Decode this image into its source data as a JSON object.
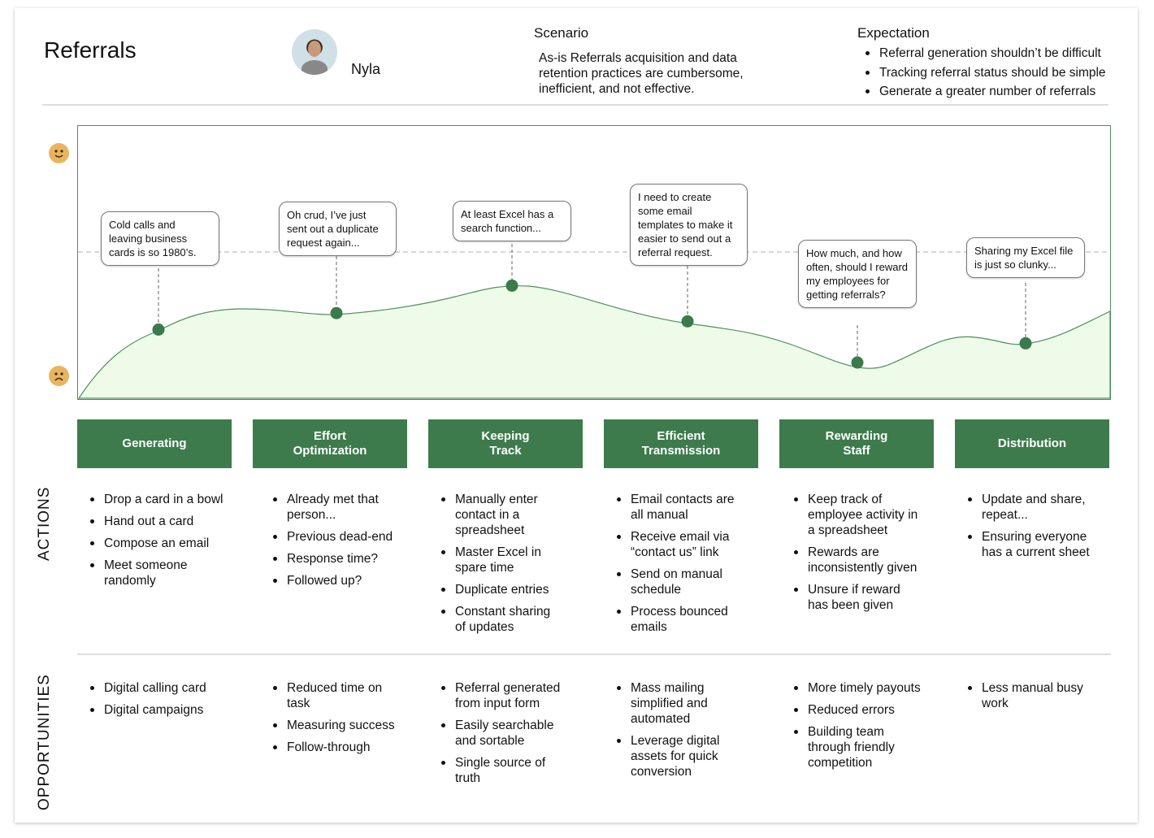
{
  "header": {
    "title": "Referrals",
    "persona": "Nyla",
    "scenario_heading": "Scenario",
    "scenario_text": "As-is Referrals acquisition and data retention practices are cumbersome, inefficient, and not effective.",
    "expectation_heading": "Expectation",
    "expectations": [
      "Referral generation shouldn’t be difficult",
      "Tracking referral status should be simple",
      "Generate a greater number of referrals"
    ]
  },
  "emotion": {
    "top_icon": "happy-face-icon",
    "bottom_icon": "sad-face-icon",
    "colors": {
      "face": "#e9b460",
      "curve_fill": "#edfbe8",
      "curve_line": "#4f8f5f",
      "dot": "#3b7a4b"
    },
    "points": [
      {
        "quote": "Cold calls and leaving business cards is so 1980’s.",
        "level": 0.25
      },
      {
        "quote": "Oh crud, I’ve just sent out a duplicate request again...",
        "level": 0.31
      },
      {
        "quote": "At least Excel has a search function...",
        "level": 0.41
      },
      {
        "quote": "I need to create some email templates to make it easier to send out a referral request.",
        "level": 0.28
      },
      {
        "quote": "How much, and how often, should I reward my employees for getting referrals?",
        "level": 0.13
      },
      {
        "quote": "Sharing my Excel file is just so clunky...",
        "level": 0.2
      }
    ]
  },
  "stages": [
    "Generating",
    "Effort Optimization",
    "Keeping Track",
    "Efficient Transmission",
    "Rewarding Staff",
    "Distribution"
  ],
  "actions_label": "ACTIONS",
  "opportunities_label": "OPPORTUNITIES",
  "actions": [
    [
      "Drop a card in a bowl",
      "Hand out a card",
      "Compose an email",
      "Meet someone randomly"
    ],
    [
      "Already met that person...",
      "Previous dead-end",
      "Response time?",
      "Followed up?"
    ],
    [
      "Manually enter contact in a spreadsheet",
      "Master Excel in spare time",
      "Duplicate entries",
      "Constant sharing of updates"
    ],
    [
      "Email contacts are all manual",
      "Receive email via “contact us” link",
      "Send on manual schedule",
      "Process bounced emails"
    ],
    [
      "Keep track of employee activity in a spreadsheet",
      "Rewards are inconsistently given",
      "Unsure if reward has been given"
    ],
    [
      "Update and share, repeat...",
      "Ensuring everyone has a current sheet"
    ]
  ],
  "opportunities": [
    [
      "Digital calling card",
      "Digital campaigns"
    ],
    [
      "Reduced time on task",
      "Measuring success",
      "Follow-through"
    ],
    [
      "Referral generated from input form",
      "Easily searchable and sortable",
      "Single source of truth"
    ],
    [
      "Mass mailing simplified and automated",
      "Leverage digital assets for quick conversion"
    ],
    [
      "More timely payouts",
      "Reduced errors",
      "Building team through friendly competition"
    ],
    [
      "Less manual busy work"
    ]
  ]
}
